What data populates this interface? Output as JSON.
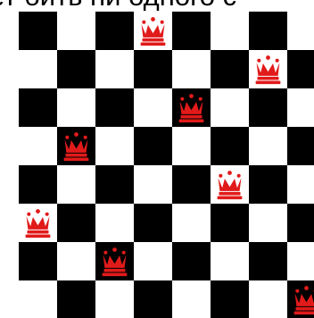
{
  "caption": "ет бить ни одного с",
  "board": {
    "rows": 8,
    "cols": 8,
    "dark_color": "#000000",
    "light_color": "#ffffff",
    "top_left_square": "dark"
  },
  "pieces": {
    "type": "queen-icon",
    "color": "#e11a1a",
    "positions": [
      {
        "row": 1,
        "col": 4
      },
      {
        "row": 2,
        "col": 7
      },
      {
        "row": 3,
        "col": 5
      },
      {
        "row": 4,
        "col": 2
      },
      {
        "row": 5,
        "col": 6
      },
      {
        "row": 6,
        "col": 1
      },
      {
        "row": 7,
        "col": 3
      },
      {
        "row": 8,
        "col": 8
      }
    ]
  }
}
